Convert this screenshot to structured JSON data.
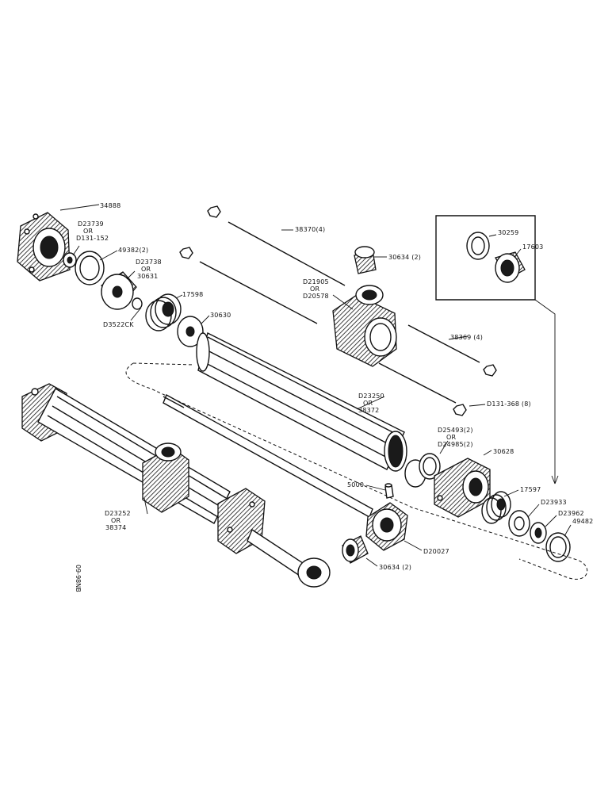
{
  "figure_id": "09-98NB",
  "parts": [
    {
      "id": "end-cap-34888",
      "label": "34888"
    },
    {
      "id": "fitting-d23739",
      "label": "D23739"
    },
    {
      "id": "fitting-or-1",
      "label": "OR"
    },
    {
      "id": "fitting-d131-152",
      "label": "D131-152"
    },
    {
      "id": "wiper-49382",
      "label": "49382(2)"
    },
    {
      "id": "bushing-d23738",
      "label": "D23738"
    },
    {
      "id": "bushing-or",
      "label": "OR"
    },
    {
      "id": "bushing-30631",
      "label": "30631"
    },
    {
      "id": "oring-d3522ck",
      "label": "D3522CK"
    },
    {
      "id": "packing-17598",
      "label": "17598"
    },
    {
      "id": "washer-30630",
      "label": "30630"
    },
    {
      "id": "rod-38370",
      "label": "38370(4)"
    },
    {
      "id": "nut-30634-top",
      "label": "30634 (2)"
    },
    {
      "id": "body-d21905",
      "label": "D21905"
    },
    {
      "id": "body-or",
      "label": "OR"
    },
    {
      "id": "body-d20578",
      "label": "D20578"
    },
    {
      "id": "rod-38369",
      "label": "38369 (4)"
    },
    {
      "id": "nut-d131-368",
      "label": "D131-368 (8)"
    },
    {
      "id": "tube-d23250",
      "label": "D23250"
    },
    {
      "id": "tube-or",
      "label": "OR"
    },
    {
      "id": "tube-38372",
      "label": "38372"
    },
    {
      "id": "ring-d25493",
      "label": "D25493(2)"
    },
    {
      "id": "ring-or",
      "label": "OR"
    },
    {
      "id": "ring-d24985",
      "label": "D24985(2)"
    },
    {
      "id": "cap-30628",
      "label": "30628"
    },
    {
      "id": "fitting-5000",
      "label": "5000"
    },
    {
      "id": "packing-17597",
      "label": "17597"
    },
    {
      "id": "washer-d23933",
      "label": "D23933"
    },
    {
      "id": "washer-d23962",
      "label": "D23962"
    },
    {
      "id": "ring-49482",
      "label": "49482"
    },
    {
      "id": "ring-30259",
      "label": "30259"
    },
    {
      "id": "bushing-17603",
      "label": "17603"
    },
    {
      "id": "cylinder-d23252",
      "label": "D23252"
    },
    {
      "id": "cylinder-or",
      "label": "OR"
    },
    {
      "id": "cylinder-38374",
      "label": "38374"
    },
    {
      "id": "piston-rod-d20027",
      "label": "D20027"
    },
    {
      "id": "bushing-30634-bottom",
      "label": "30634 (2)"
    }
  ]
}
